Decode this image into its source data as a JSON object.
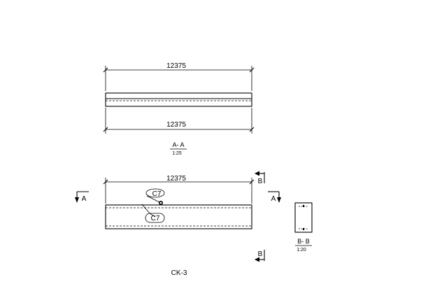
{
  "elevation": {
    "dim_top": "12375",
    "dim_bottom": "12375",
    "section_title": "A- A",
    "section_scale": "1:25"
  },
  "plan": {
    "dim_top": "12375",
    "tag_upper": "C7",
    "tag_lower": "C7",
    "cut_left": "A",
    "cut_right": "A",
    "cut_top": "B",
    "cut_bottom": "B"
  },
  "section_b": {
    "title": "B- B",
    "scale": "1:20"
  },
  "drawing_label": "CK-3"
}
